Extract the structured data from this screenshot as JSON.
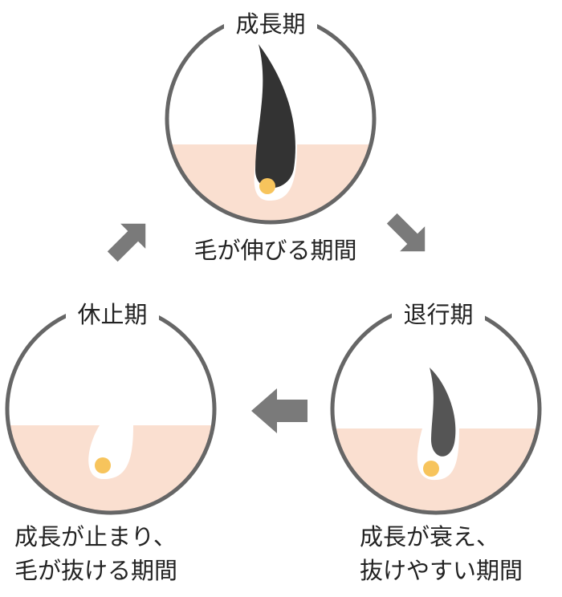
{
  "stages": {
    "growth": {
      "title": "成長期",
      "description": "毛が伸びる期間"
    },
    "regression": {
      "title": "退行期",
      "description_line1": "成長が衰え、",
      "description_line2": "抜けやすい期間"
    },
    "resting": {
      "title": "休止期",
      "description_line1": "成長が止まり、",
      "description_line2": "毛が抜ける期間"
    }
  },
  "colors": {
    "ring": "#666666",
    "skin": "#fadfd0",
    "hair_growth": "#333333",
    "hair_regression": "#555555",
    "papilla": "#f7c45c",
    "arrow": "#7a7a7a"
  }
}
